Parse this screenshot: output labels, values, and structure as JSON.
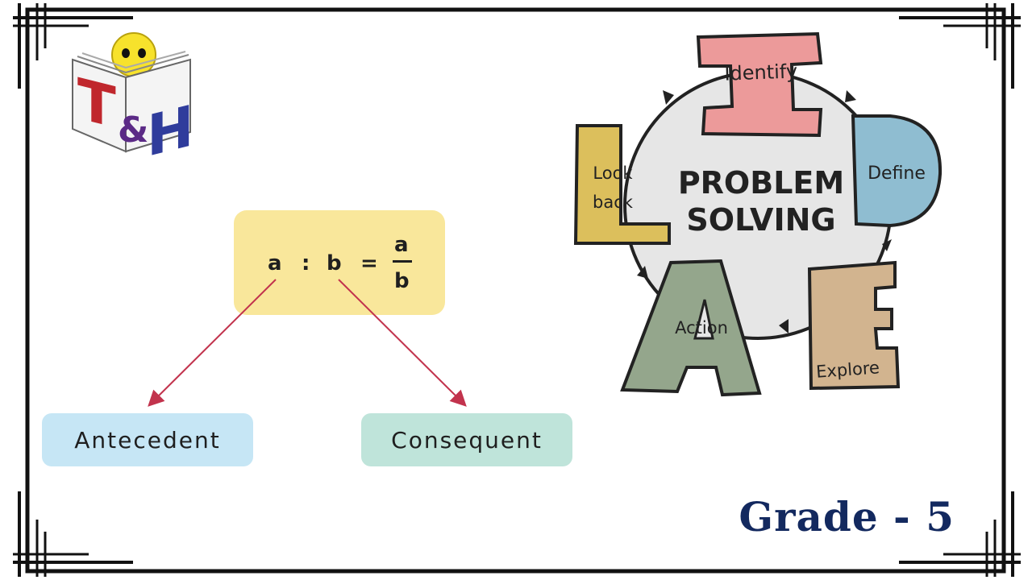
{
  "logo": {
    "letter_left": "T",
    "ampersand": "&",
    "letter_right": "H"
  },
  "ratio": {
    "antecedent_symbol": "a",
    "colon": ":",
    "consequent_symbol": "b",
    "equals": "=",
    "fraction_numerator": "a",
    "fraction_denominator": "b"
  },
  "terms": {
    "antecedent": "Antecedent",
    "consequent": "Consequent"
  },
  "problem_solving": {
    "title_line1": "PROBLEM",
    "title_line2": "SOLVING",
    "steps": {
      "identify": "Identify",
      "define": "Define",
      "explore": "Explore",
      "action": "Action",
      "look": "Look",
      "back": "back"
    }
  },
  "grade": "Grade - 5",
  "colors": {
    "ratio_box": "#f9e79b",
    "antecedent_box": "#c6e6f5",
    "consequent_box": "#bfe4da",
    "arrow": "#c2334d",
    "identify": "#ec9a9a",
    "define": "#8fbdd1",
    "explore": "#d2b48f",
    "action": "#94a68c",
    "look_back": "#dcbf5c",
    "grade_text": "#13295f"
  }
}
